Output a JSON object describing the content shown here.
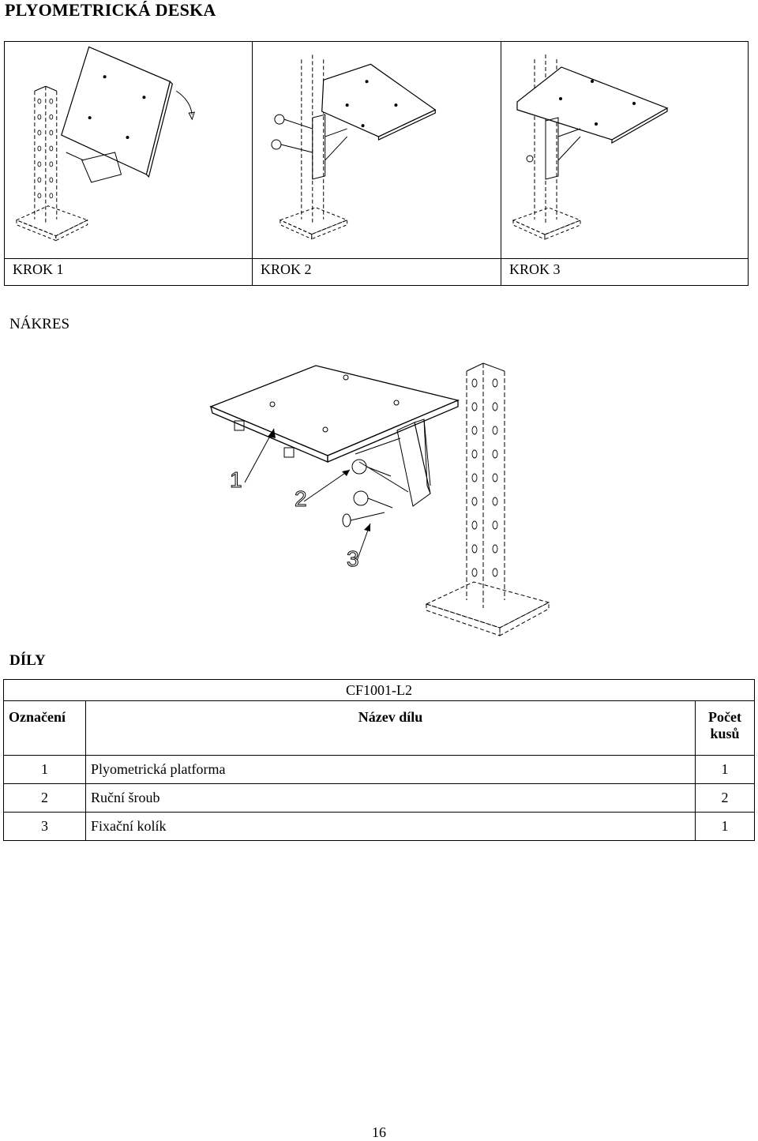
{
  "title": "PLYOMETRICKÁ DESKA",
  "steps": [
    {
      "label": "KROK 1"
    },
    {
      "label": "KROK 2"
    },
    {
      "label": "KROK 3"
    }
  ],
  "drawing_section": "NÁKRES",
  "drawing_callouts": [
    "1",
    "2",
    "3"
  ],
  "parts_section": "DÍLY",
  "parts_table": {
    "model": "CF1001-L2",
    "headers": {
      "id": "Označení",
      "name": "Název dílu",
      "qty": "Počet kusů"
    },
    "rows": [
      {
        "id": "1",
        "name": "Plyometrická platforma",
        "qty": "1"
      },
      {
        "id": "2",
        "name": "Ruční šroub",
        "qty": "2"
      },
      {
        "id": "3",
        "name": "Fixační kolík",
        "qty": "1"
      }
    ]
  },
  "page_number": "16"
}
